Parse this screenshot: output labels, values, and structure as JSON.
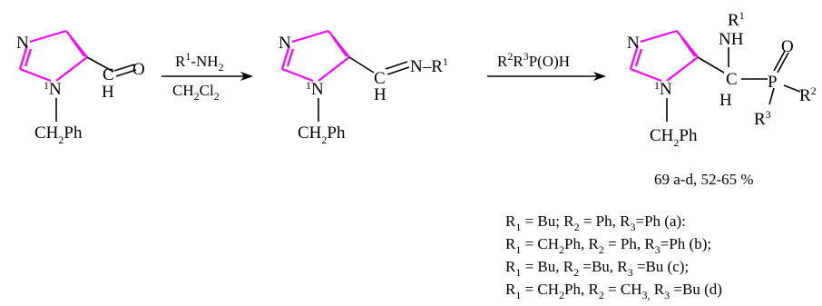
{
  "colors": {
    "ring": "#ff00ff",
    "bond": "#000000",
    "background": "#ffffff"
  },
  "arrow1": {
    "above": {
      "a": "R",
      "b": "1",
      "c": "-NH",
      "d": "2"
    },
    "below": {
      "a": "CH",
      "b": "2",
      "c": "Cl",
      "d": "2"
    }
  },
  "arrow2": {
    "above": {
      "a": "R",
      "b": "2",
      "c": "R",
      "d": "3",
      "e": "P(O)H"
    }
  },
  "atoms": {
    "N": "N",
    "H": "H",
    "O": "O",
    "P": "P",
    "NH": "NH",
    "R": "R",
    "N_dash_R": "N–R",
    "ch2ph": {
      "a": "CH",
      "b": "2",
      "c": "Ph"
    },
    "sup1": "1",
    "sup2": "2",
    "sup3": "3",
    "ring_num": "1"
  },
  "yield": "69 a-d, 52-65 %",
  "substituents": [
    {
      "a": "R",
      "b": "1",
      "c": " = Bu; R",
      "d": "2",
      "e": " = Ph,  R",
      "f": "3",
      "g": "=Ph (a):"
    },
    {
      "a": "R",
      "b": "1",
      "c": " = CH",
      "d": "2",
      "e": "Ph, R",
      "f": "2",
      "g": " = Ph, R",
      "h": "3",
      "i": "=Ph (b);"
    },
    {
      "a": "R",
      "b": "1",
      "c": " = Bu, R",
      "d": "2",
      "e": " =Bu, R",
      "f": "3",
      "g": " =Bu (c);"
    },
    {
      "a": "R",
      "b": "1",
      "c": " = CH",
      "d": "2",
      "e": "Ph, R",
      "f": "2",
      "g": " = CH",
      "h": "3,",
      "i": " R",
      "j": "3",
      "k": " =Bu (d)"
    }
  ]
}
